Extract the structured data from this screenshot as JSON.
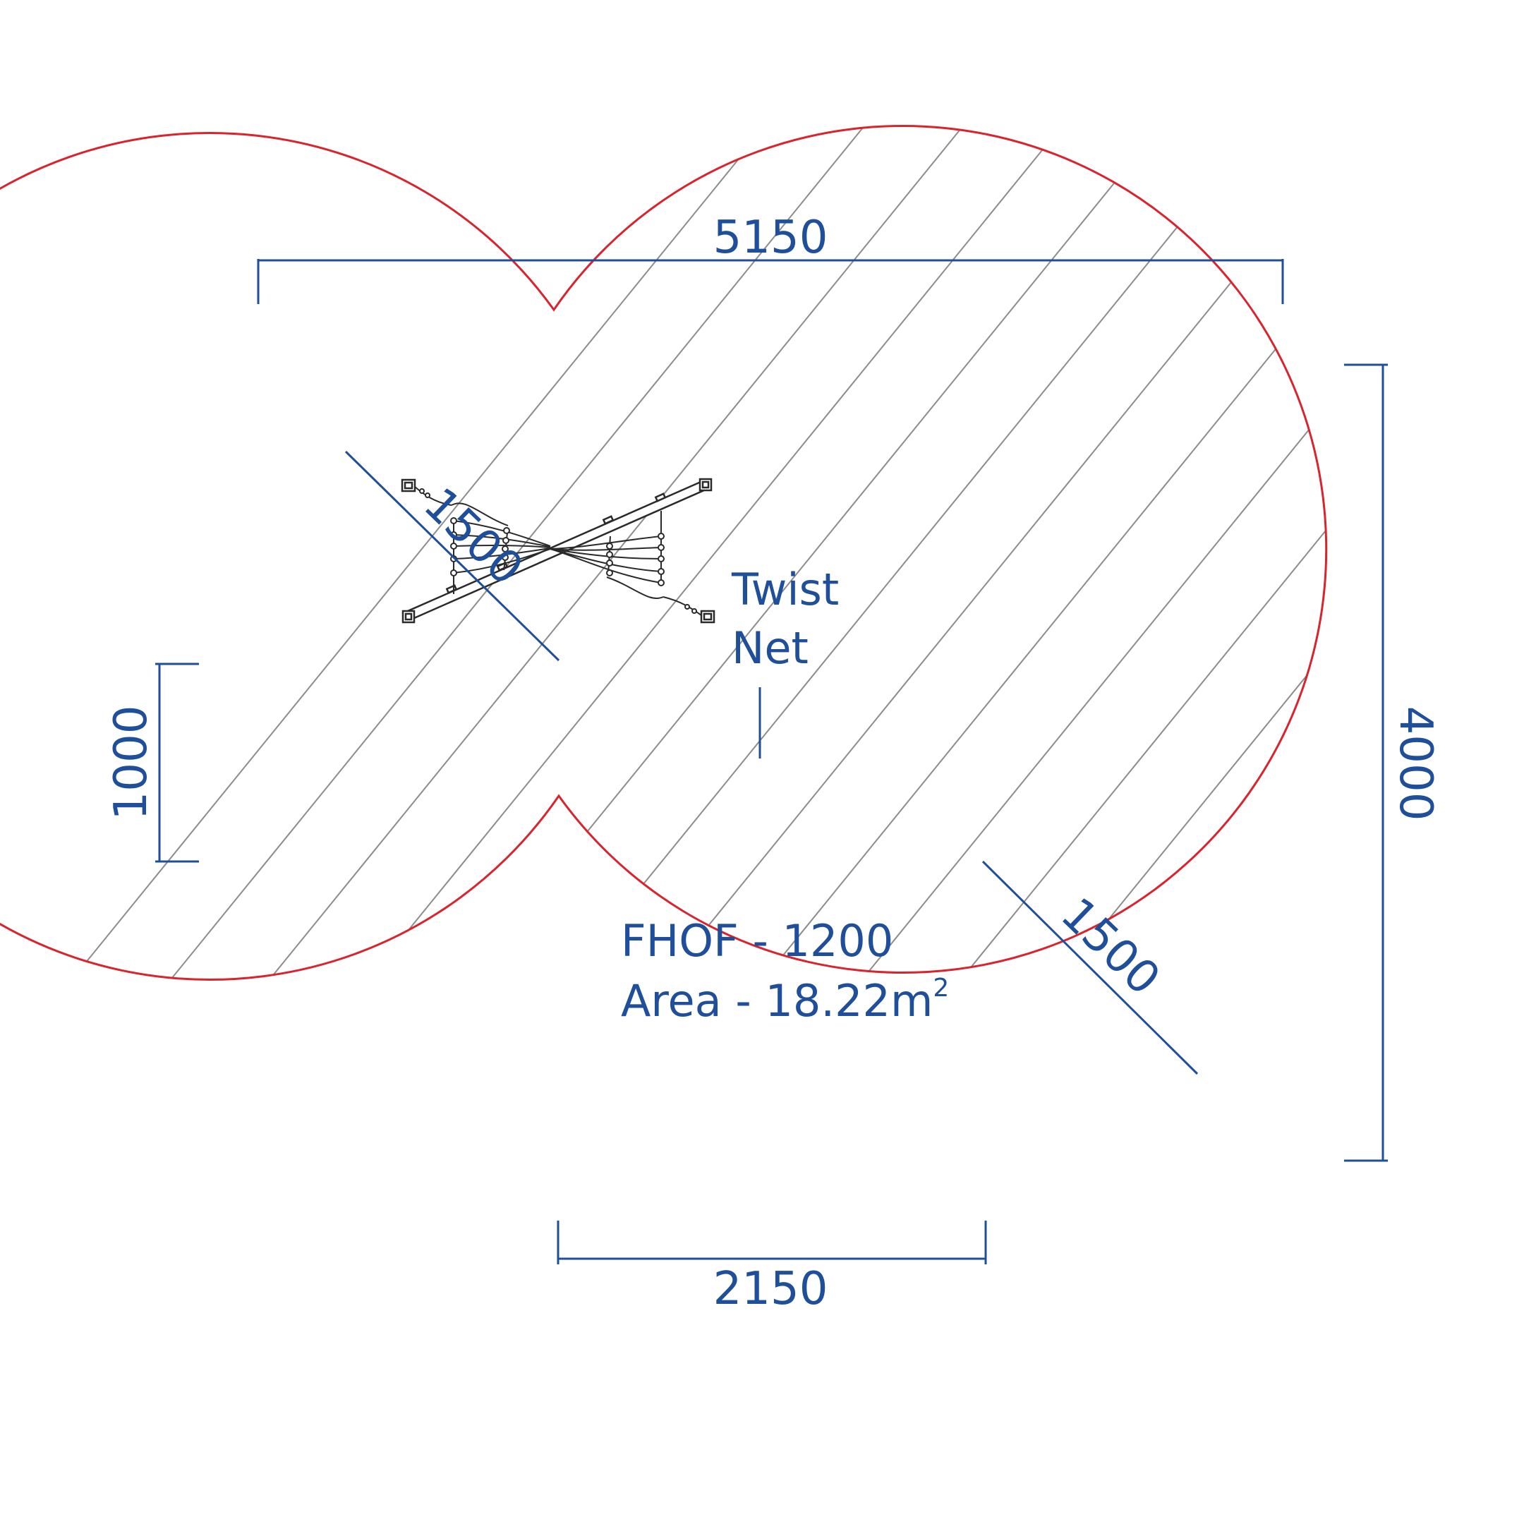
{
  "dimensions": {
    "top_width": "5150",
    "right_height": "4000",
    "left_height": "1000",
    "bottom_width": "2150",
    "radius_upper_left": "1500",
    "radius_lower_right": "1500"
  },
  "equipment": {
    "name_line1": "Twist",
    "name_line2": "Net"
  },
  "info": {
    "code": "FHOF - 1200",
    "area_prefix": "Area - 18.22m",
    "area_unit_sup": "2"
  },
  "colors": {
    "dimension": "#1f4e9b",
    "outline": "#d9232d",
    "hatch": "#8c8c8c",
    "equipment": "#2a2a2a"
  },
  "icons": [
    "anchor-post-icon",
    "anchor-post-icon",
    "beam-end-icon",
    "beam-end-icon"
  ]
}
